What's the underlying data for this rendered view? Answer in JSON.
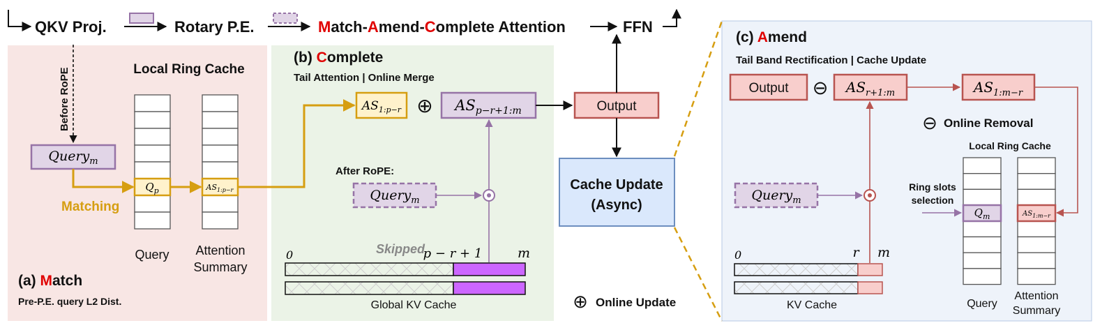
{
  "colors": {
    "match_panel_bg": "#f8e6e4",
    "complete_panel_bg": "#ebf3e7",
    "amend_panel_bg": "#eef3fa",
    "orange": "#d69e11",
    "purple": "#9673a6",
    "purple_fill": "#e1d5e7",
    "red": "#b85450",
    "red_fill": "#f8cecc",
    "blue_fill": "#dae8fc",
    "blue_stroke": "#6c8ebf",
    "magenta": "#cc66ff",
    "highlight_red": "#e00000"
  },
  "pipeline": {
    "qkv": "QKV Proj.",
    "rope": "Rotary P.E.",
    "attention_letters": [
      "M",
      "atch-",
      "A",
      "mend-",
      "C",
      "omplete Attention"
    ],
    "ffn": "FFN"
  },
  "match": {
    "label_prefix": "(a) ",
    "label_letter": "M",
    "label_rest": "atch",
    "subtitle": "Pre-P.E. query L2 Dist.",
    "before_rope": "Before RoPE",
    "cache_title": "Local Ring Cache",
    "query_base": "Query",
    "query_sub": "m",
    "matching": "Matching",
    "q_cell_base": "Q",
    "q_cell_sub": "p",
    "as_cell_base": "AS",
    "as_cell_sub": "1:p−r",
    "col_query": "Query",
    "col_attn_1": "Attention",
    "col_attn_2": "Summary"
  },
  "complete": {
    "label_prefix": "(b) ",
    "label_letter": "C",
    "label_rest": "omplete",
    "subtitle": "Tail Attention | Online Merge",
    "as_left_base": "AS",
    "as_left_sub": "1:p−r",
    "oplus": "⊕",
    "as_right_base": "AS",
    "as_right_sub": "p−r+1:m",
    "after_rope": "After RoPE:",
    "query_base": "Query",
    "query_sub": "m",
    "skipped": "Skipped",
    "tick_0": "0",
    "tick_mid": "p − r + 1",
    "tick_m": "m",
    "kv_label": "Global KV Cache"
  },
  "center": {
    "output": "Output",
    "cache_update_1": "Cache Update",
    "cache_update_2": "(Async)",
    "online_update": "Online Update",
    "oplus": "⊕"
  },
  "amend": {
    "label_prefix": "(c) ",
    "label_letter": "A",
    "label_rest": "mend",
    "subtitle": "Tail Band Rectification | Cache Update",
    "output": "Output",
    "ominus": "⊖",
    "as_mid_base": "AS",
    "as_mid_sub": "r+1:m",
    "as_right_base": "AS",
    "as_right_sub": "1:m−r",
    "online_removal": "Online Removal",
    "cache_title": "Local Ring Cache",
    "ring_1": "Ring slots",
    "ring_2": "selection",
    "query_base": "Query",
    "query_sub": "m",
    "q_cell_base": "Q",
    "q_cell_sub": "m",
    "as_cell_base": "AS",
    "as_cell_sub": "1:m−r",
    "tick_0": "0",
    "tick_r": "r",
    "tick_m": "m",
    "kv_label": "KV Cache",
    "col_query": "Query",
    "col_attn_1": "Attention",
    "col_attn_2": "Summary"
  }
}
